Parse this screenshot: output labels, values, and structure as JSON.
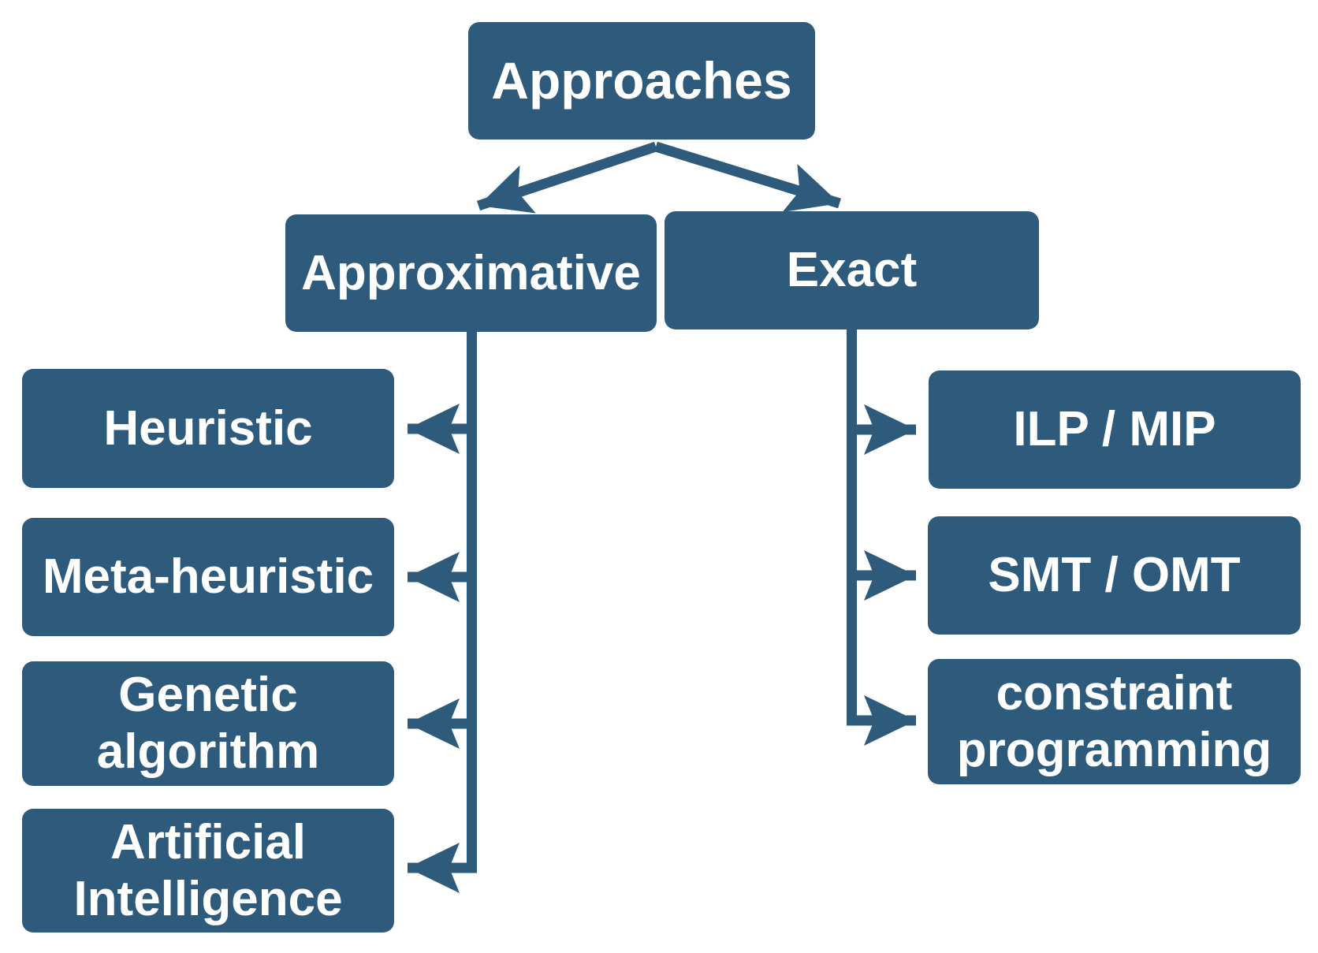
{
  "diagram": {
    "type": "tree",
    "background_color": "#FFFFFF",
    "node_fill_color": "#2E5A7C",
    "node_text_color": "#FFFFFF",
    "connector_color": "#2E5A7C",
    "nodes": {
      "approaches": "Approaches",
      "approximative": "Approximative",
      "exact": "Exact",
      "heuristic": "Heuristic",
      "meta_heuristic": "Meta-heuristic",
      "genetic_algorithm": "Genetic algorithm",
      "artificial_intelligence": "Artificial Intelligence",
      "ilp_mip": "ILP / MIP",
      "smt_omt": "SMT / OMT",
      "constraint_programming": "constraint programming"
    },
    "edges": [
      {
        "from": "approaches",
        "to": "approximative"
      },
      {
        "from": "approaches",
        "to": "exact"
      },
      {
        "from": "approximative",
        "to": "heuristic"
      },
      {
        "from": "approximative",
        "to": "meta_heuristic"
      },
      {
        "from": "approximative",
        "to": "genetic_algorithm"
      },
      {
        "from": "approximative",
        "to": "artificial_intelligence"
      },
      {
        "from": "exact",
        "to": "ilp_mip"
      },
      {
        "from": "exact",
        "to": "smt_omt"
      },
      {
        "from": "exact",
        "to": "constraint_programming"
      }
    ]
  }
}
